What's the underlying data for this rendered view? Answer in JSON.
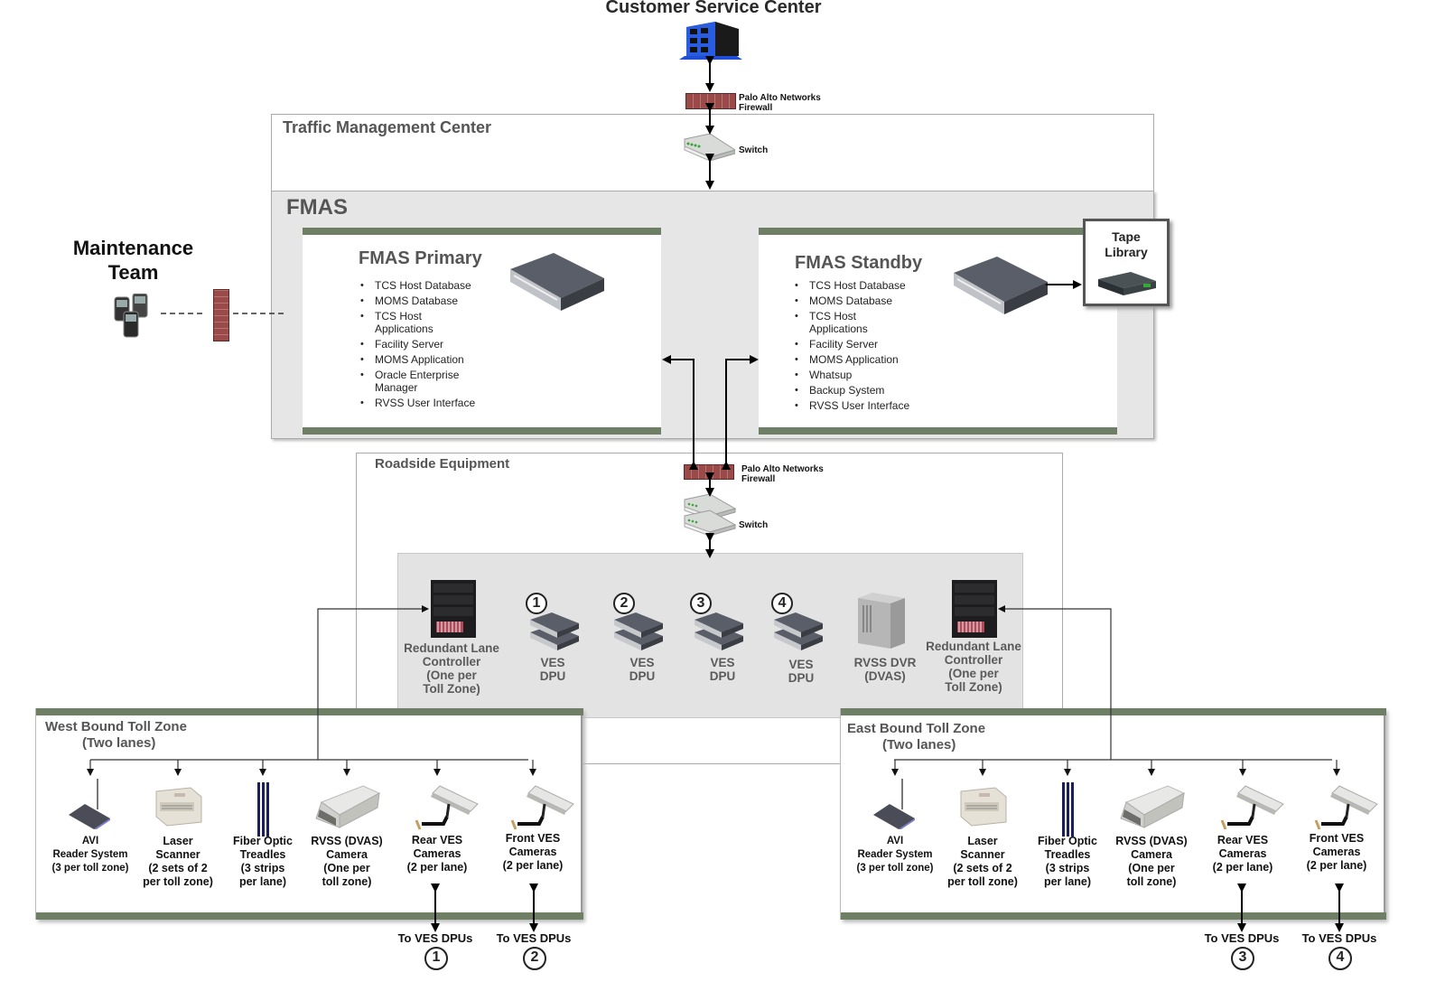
{
  "customer_service_center": {
    "title": "Customer Service Center"
  },
  "firewall_top": {
    "label_line1": "Palo Alto Networks",
    "label_line2": "Firewall"
  },
  "traffic_management_center": {
    "title": "Traffic Management Center",
    "switch_label": "Switch"
  },
  "fmas": {
    "title": "FMAS",
    "primary": {
      "title": "FMAS Primary",
      "items": [
        "TCS Host Database",
        "MOMS Database",
        "TCS Host\nApplications",
        "Facility Server",
        "MOMS Application",
        "Oracle Enterprise\nManager",
        "RVSS User Interface"
      ]
    },
    "standby": {
      "title": "FMAS Standby",
      "items": [
        "TCS Host Database",
        "MOMS Database",
        "TCS Host\nApplications",
        "Facility Server",
        "MOMS Application",
        "Whatsup",
        "Backup System",
        "RVSS User Interface"
      ]
    },
    "tape_library": {
      "label_line1": "Tape",
      "label_line2": "Library"
    }
  },
  "maintenance_team": {
    "label_line1": "Maintenance",
    "label_line2": "Team"
  },
  "roadside_equipment": {
    "title": "Roadside Equipment",
    "firewall_label_line1": "Palo Alto Networks",
    "firewall_label_line2": "Firewall",
    "switch_label": "Switch",
    "devices": [
      {
        "label": "Redundant Lane\nController\n(One per\nToll Zone)"
      },
      {
        "number": "1",
        "label": "VES\nDPU"
      },
      {
        "number": "2",
        "label": "VES\nDPU"
      },
      {
        "number": "3",
        "label": "VES\nDPU"
      },
      {
        "number": "4",
        "label": "VES\nDPU"
      },
      {
        "label": "RVSS DVR\n(DVAS)"
      },
      {
        "label": "Redundant Lane\nController\n(One per\nToll Zone)"
      }
    ]
  },
  "west_zone": {
    "title_line1": "West Bound Toll Zone",
    "title_line2": "(Two lanes)",
    "devices": [
      {
        "label": "AVI\nReader System\n(3 per toll zone)"
      },
      {
        "label": "Laser\nScanner\n(2 sets of 2\nper toll zone)"
      },
      {
        "label": "Fiber Optic\nTreadles\n(3 strips\nper lane)"
      },
      {
        "label": "RVSS (DVAS)\nCamera\n(One per\ntoll zone)"
      },
      {
        "label": "Rear VES\nCameras\n(2 per lane)"
      },
      {
        "label": "Front VES\nCameras\n(2 per lane)"
      }
    ],
    "links": [
      {
        "label": "To VES DPUs",
        "number": "1"
      },
      {
        "label": "To VES DPUs",
        "number": "2"
      }
    ]
  },
  "east_zone": {
    "title_line1": "East Bound Toll Zone",
    "title_line2": "(Two lanes)",
    "devices": [
      {
        "label": "AVI\nReader System\n(3 per toll zone)"
      },
      {
        "label": "Laser\nScanner\n(2 sets of 2\nper toll zone)"
      },
      {
        "label": "Fiber Optic\nTreadles\n(3 strips\nper lane)"
      },
      {
        "label": "RVSS (DVAS)\nCamera\n(One per\ntoll zone)"
      },
      {
        "label": "Rear VES\nCameras\n(2 per lane)"
      },
      {
        "label": "Front VES\nCameras\n(2 per lane)"
      }
    ],
    "links": [
      {
        "label": "To VES DPUs",
        "number": "3"
      },
      {
        "label": "To VES DPUs",
        "number": "4"
      }
    ]
  },
  "colors": {
    "zone_bar": "#6f7f66",
    "panel_grey": "#e6e6e6",
    "firewall_brick": "#9a4a48",
    "building_blue": "#1f4fd8",
    "treadle_navy": "#1a1f5c"
  }
}
